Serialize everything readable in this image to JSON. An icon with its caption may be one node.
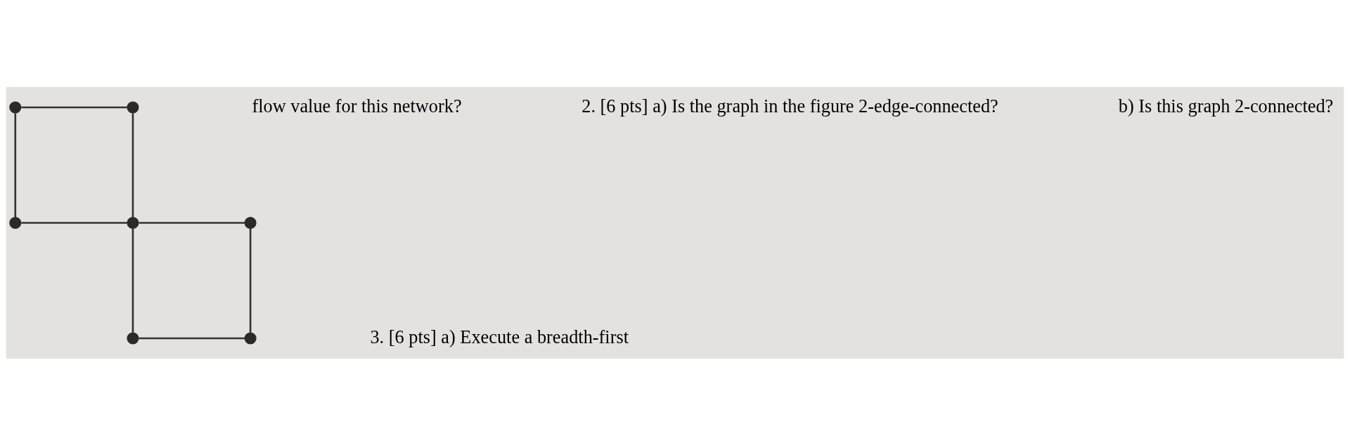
{
  "diagram": {
    "nodes": [
      {
        "text": [],
        "shape": "circle"
      },
      {
        "text": [],
        "shape": "circle"
      },
      {
        "text": [],
        "shape": "circle"
      },
      {
        "text": [],
        "shape": "circle"
      },
      {
        "text": [],
        "shape": "circle"
      },
      {
        "text": [],
        "shape": "circle"
      },
      {
        "text": [],
        "shape": "circle"
      }
    ],
    "edges": [
      {
        "from": 0,
        "to": 1,
        "arrow": "none"
      },
      {
        "from": 0,
        "to": 2,
        "arrow": "none"
      },
      {
        "from": 1,
        "to": 3,
        "arrow": "none"
      },
      {
        "from": 2,
        "to": 3,
        "arrow": "none"
      },
      {
        "from": 3,
        "to": 4,
        "arrow": "none"
      },
      {
        "from": 3,
        "to": 5,
        "arrow": "none"
      },
      {
        "from": 4,
        "to": 6,
        "arrow": "none"
      },
      {
        "from": 5,
        "to": 6,
        "arrow": "none"
      }
    ],
    "labels": [
      "flow value for this network?",
      "2. [6 pts] a) Is the graph in the figure 2-edge-connected?",
      "b) Is this graph 2-connected?",
      "3. [6 pts] a) Execute a breadth-first"
    ]
  }
}
